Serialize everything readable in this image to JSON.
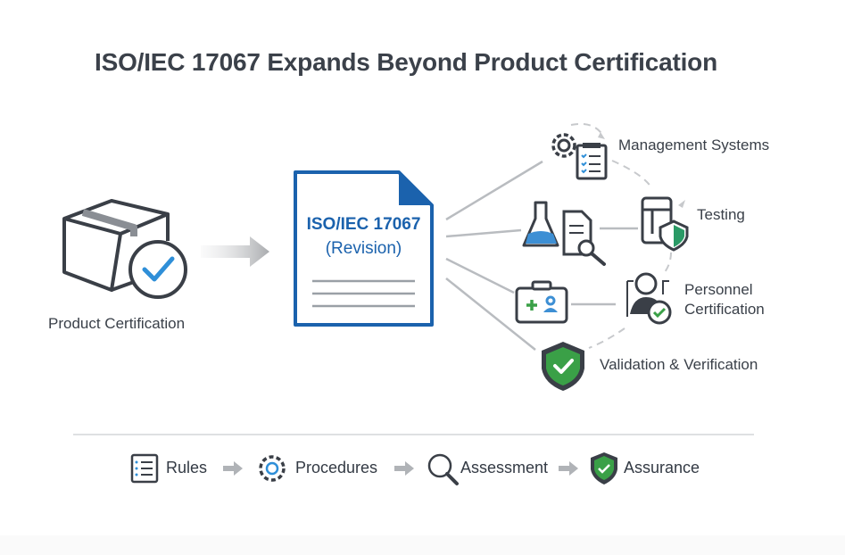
{
  "title": "ISO/IEC 17067 Expands Beyond Product Certification",
  "source": {
    "label": "Product Certification",
    "icon": "box-check-icon"
  },
  "document": {
    "title": "ISO/IEC 17067",
    "subtitle": "(Revision)"
  },
  "schemes": [
    {
      "label": "Management Systems",
      "icon": "gear-checklist-icon"
    },
    {
      "label": "Testing",
      "icon": "device-shield-icon"
    },
    {
      "label": "Personnel",
      "label2": "Certification",
      "icon": "person-check-icon"
    },
    {
      "label": "Validation & Verification",
      "icon": "shield-check-icon"
    }
  ],
  "flow": [
    {
      "label": "Rules",
      "icon": "checklist-icon"
    },
    {
      "label": "Procedures",
      "icon": "gear-icon"
    },
    {
      "label": "Assessment",
      "icon": "magnifier-icon"
    },
    {
      "label": "Assurance",
      "icon": "shield-check-icon"
    }
  ],
  "colors": {
    "blue": "#1b62ad",
    "green": "#3aa047",
    "text": "#3a4049",
    "gray": "#b9bcc0"
  }
}
